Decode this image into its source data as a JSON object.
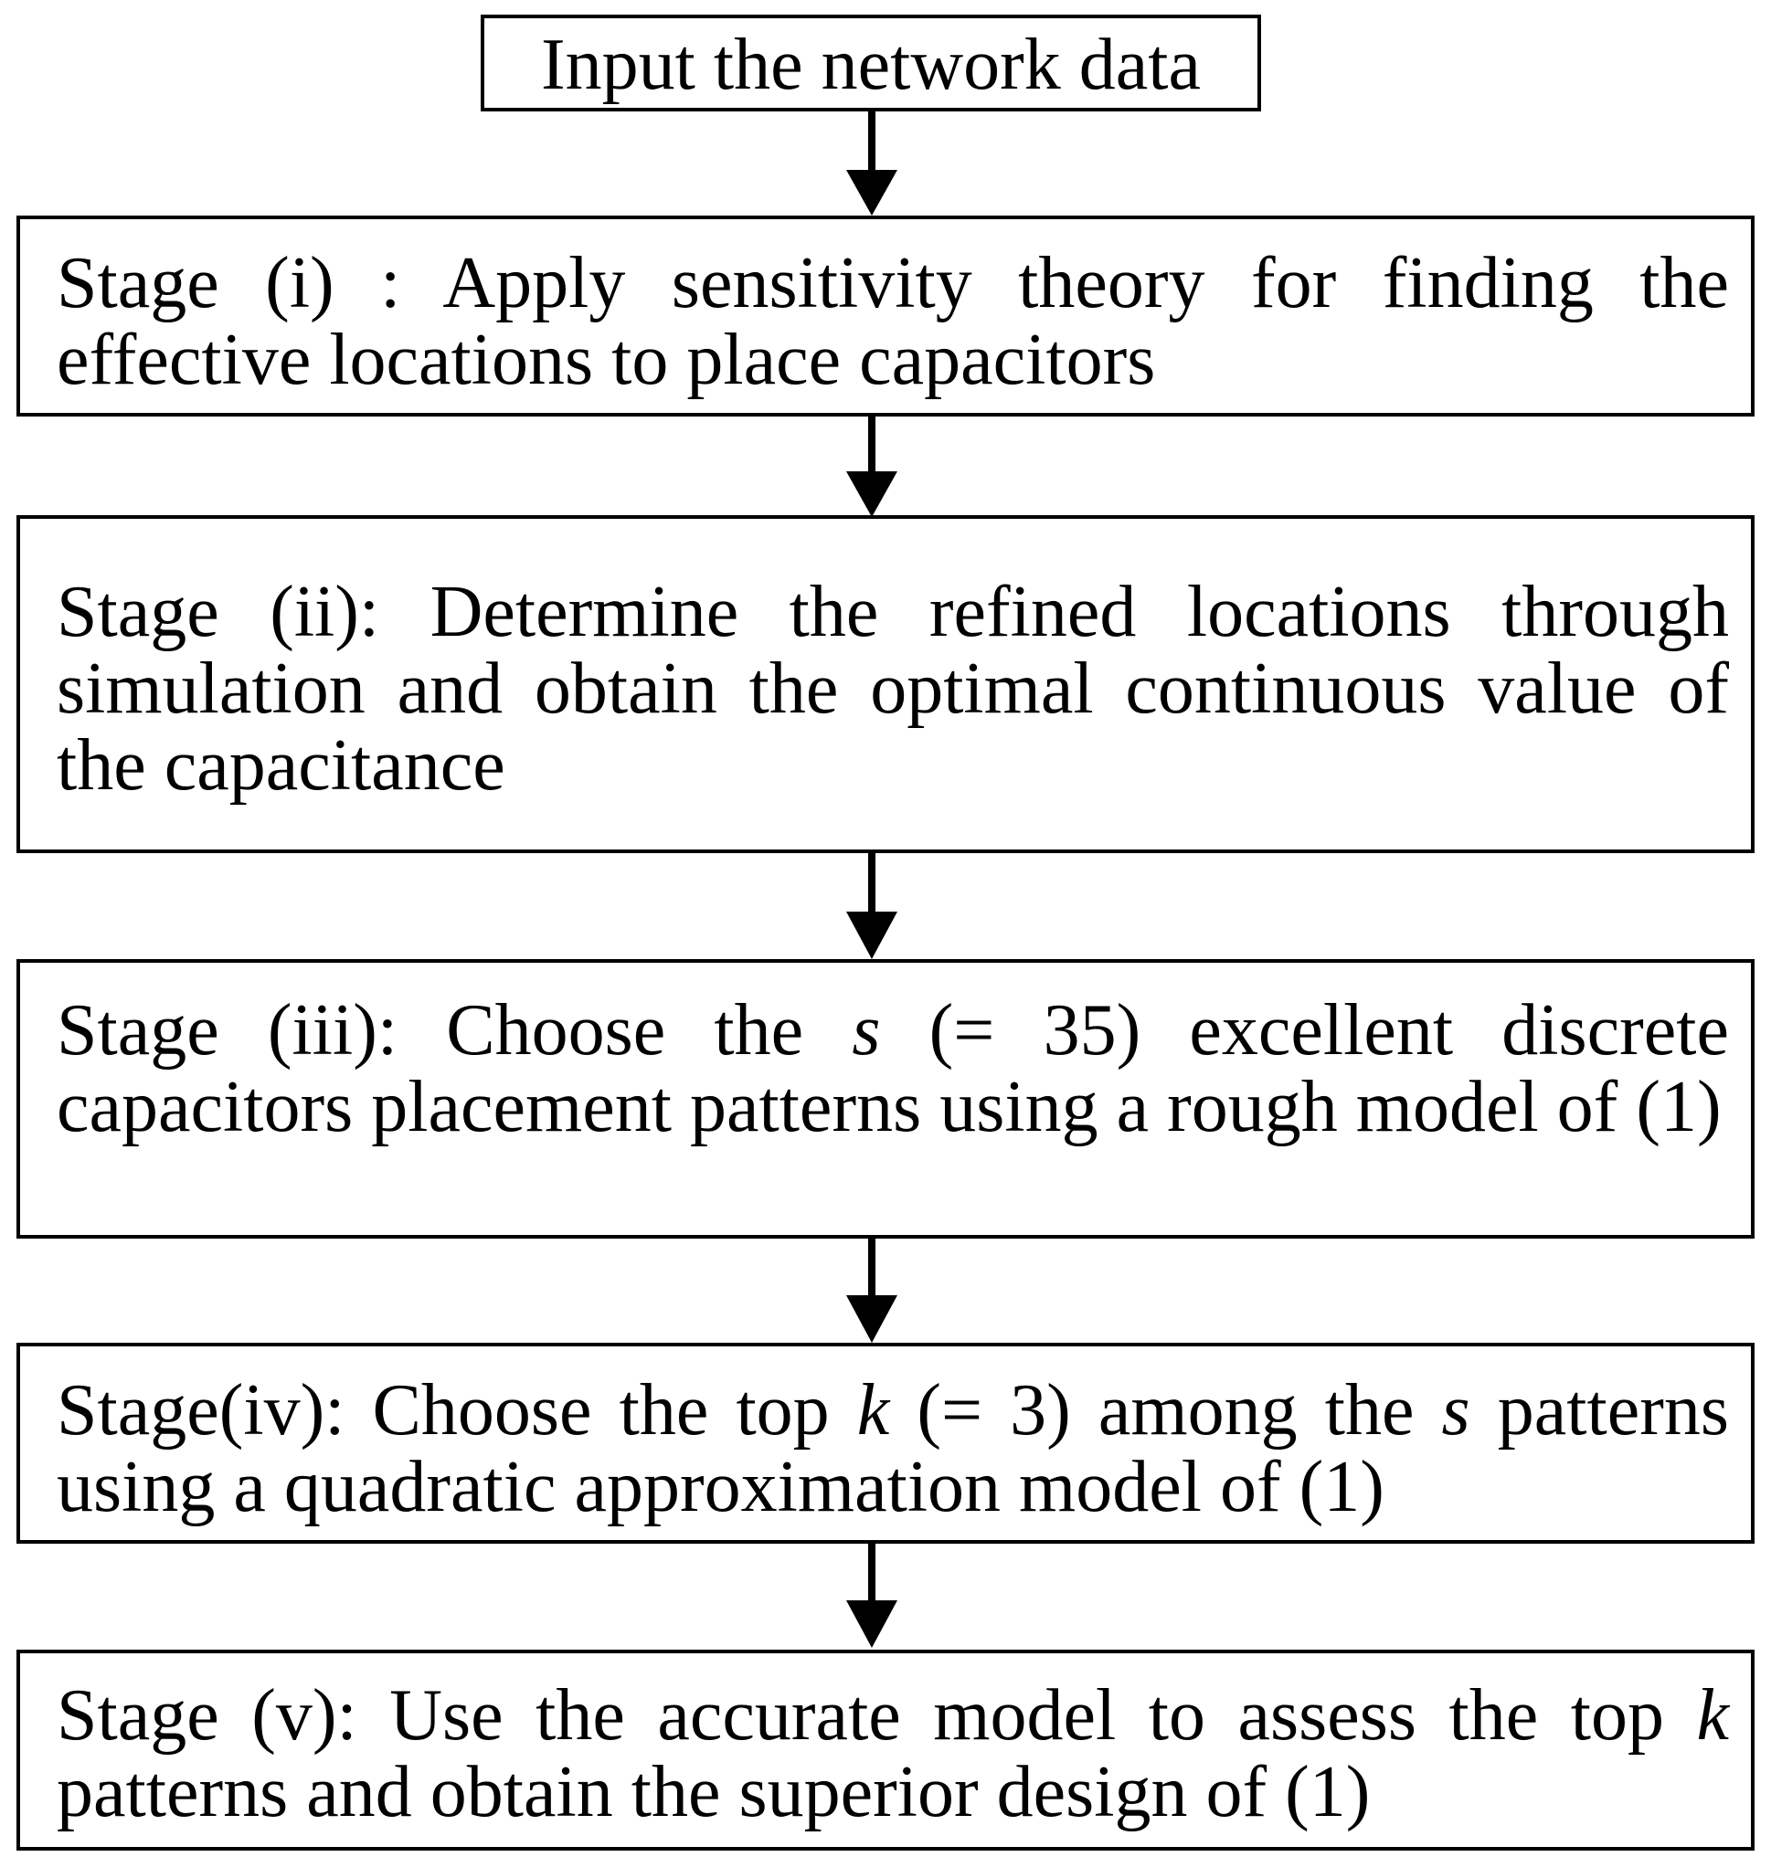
{
  "flowchart": {
    "input": "Input the network data",
    "stage1": {
      "label": "Stage  (i) : ",
      "text": "Apply  sensitivity  theory  for  finding  the effective locations to place capacitors"
    },
    "stage2": {
      "label": "Stage (ii): ",
      "text": "Determine the refined locations through simulation and obtain the optimal continuous value of the capacitance"
    },
    "stage3": {
      "label": "Stage (iii): ",
      "text_a": "Choose the ",
      "var_s": "s",
      "text_b": " (= 35) excellent discrete capacitors placement patterns using a rough model of (1)"
    },
    "stage4": {
      "label": "Stage(iv): ",
      "text_a": "Choose the top ",
      "var_k": "k",
      "text_b": " (= 3) among the ",
      "var_s": "s",
      "text_c": " patterns using a quadratic approximation model of (1)"
    },
    "stage5": {
      "label": "Stage (v): ",
      "text_a": "Use the accurate model to assess the top ",
      "var_k": "k",
      "text_b": " patterns and obtain the superior design of (1)"
    }
  },
  "colors": {
    "stroke": "#000000",
    "background": "#ffffff"
  }
}
